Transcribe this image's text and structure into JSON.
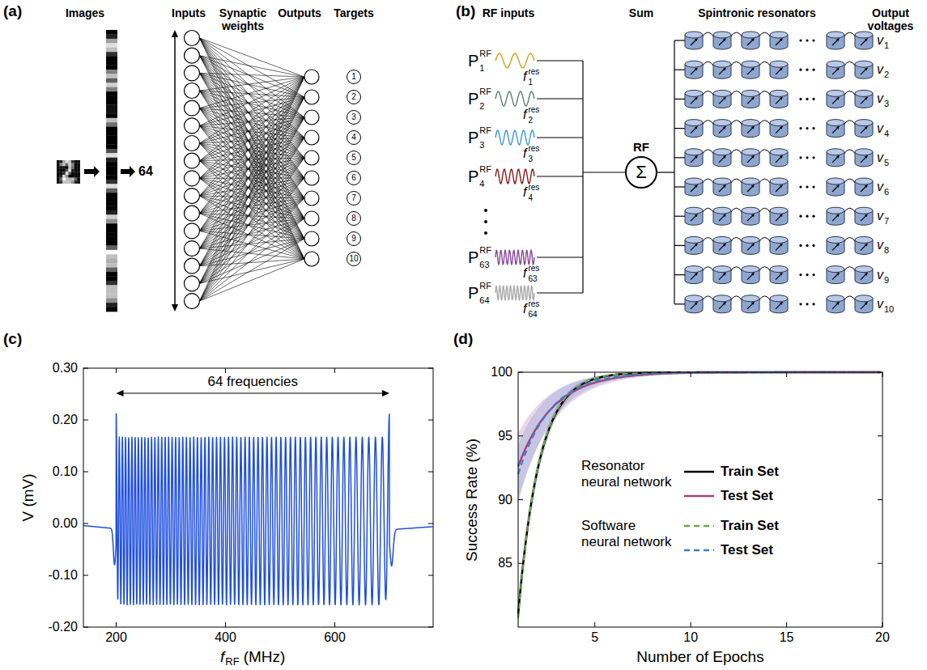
{
  "diagram": {
    "nodes": [
      {
        "text": [
          "1"
        ]
      },
      {
        "text": [
          "2"
        ]
      },
      {
        "text": [
          "3"
        ]
      },
      {
        "text": [
          "4"
        ]
      },
      {
        "text": [
          "5"
        ]
      },
      {
        "text": [
          "6"
        ]
      },
      {
        "text": [
          "7"
        ]
      },
      {
        "text": [
          "8"
        ]
      },
      {
        "text": [
          "9"
        ]
      },
      {
        "text": [
          "10"
        ]
      },
      {
        "text": [
          "Σ"
        ]
      }
    ],
    "labels": [
      "(a)",
      "Images",
      "Inputs",
      "Synaptic weights",
      "Outputs",
      "Targets",
      "64",
      "(b)",
      "RF inputs",
      "Sum",
      "Spintronic resonators",
      "Output voltages",
      "RF",
      "P",
      "RF",
      "1",
      "P",
      "RF",
      "2",
      "P",
      "RF",
      "3",
      "P",
      "RF",
      "4",
      "P",
      "RF",
      "63",
      "P",
      "RF",
      "64",
      "f",
      "res",
      "1",
      "f",
      "res",
      "2",
      "f",
      "res",
      "3",
      "f",
      "res",
      "4",
      "f",
      "res",
      "63",
      "f",
      "res",
      "64",
      "v",
      "1",
      "v",
      "2",
      "v",
      "3",
      "v",
      "4",
      "v",
      "5",
      "v",
      "6",
      "v",
      "7",
      "v",
      "8",
      "v",
      "9",
      "v",
      "10",
      "(c)",
      "0.30",
      "0.20",
      "0.10",
      "0.00",
      "-0.10",
      "-0.20",
      "200",
      "400",
      "600",
      "V (mV)",
      "f",
      "RF",
      "(MHz)",
      "64 frequencies",
      "(d)",
      "100",
      "95",
      "90",
      "85",
      "5",
      "10",
      "15",
      "20",
      "Success Rate (%)",
      "Number of Epochs",
      "Resonator neural network",
      "Software neural network"
    ],
    "legend": [
      {
        "text": "Train Set"
      },
      {
        "text": "Test Set"
      },
      {
        "text": "Train Set"
      },
      {
        "text": "Test Set"
      }
    ]
  }
}
